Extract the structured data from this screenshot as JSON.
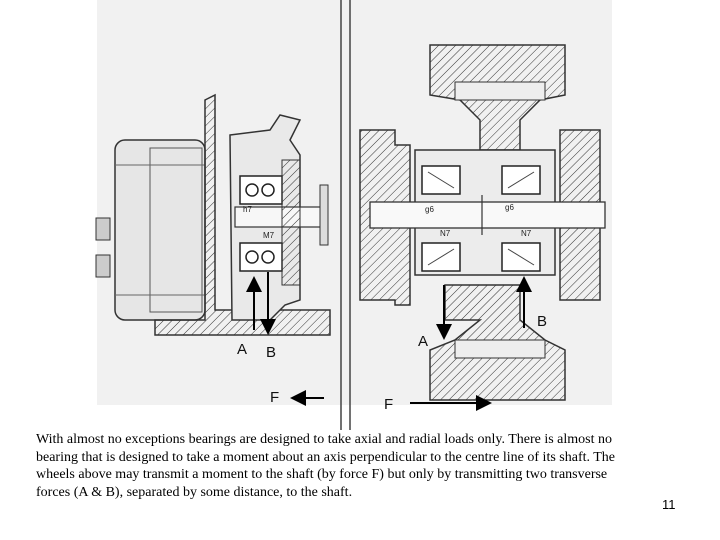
{
  "figure": {
    "left_view": {
      "label_a": "A",
      "label_b": "B",
      "label_f": "F",
      "fit_upper": "h7",
      "fit_lower": "M7"
    },
    "right_view": {
      "label_a": "A",
      "label_b": "B",
      "label_f": "F",
      "fit_left_upper": "g6",
      "fit_right_upper": "g6",
      "fit_left_lower": "N7",
      "fit_right_lower": "N7"
    }
  },
  "caption": "With almost no exceptions bearings are designed to take axial and radial loads only. There is almost no bearing that is designed to take a moment about an axis perpendicular to the centre line of its shaft. The wheels above may transmit a moment to the shaft  (by force F) but only by transmitting two transverse forces (A & B), separated by some distance, to the shaft.",
  "page_number": "11"
}
